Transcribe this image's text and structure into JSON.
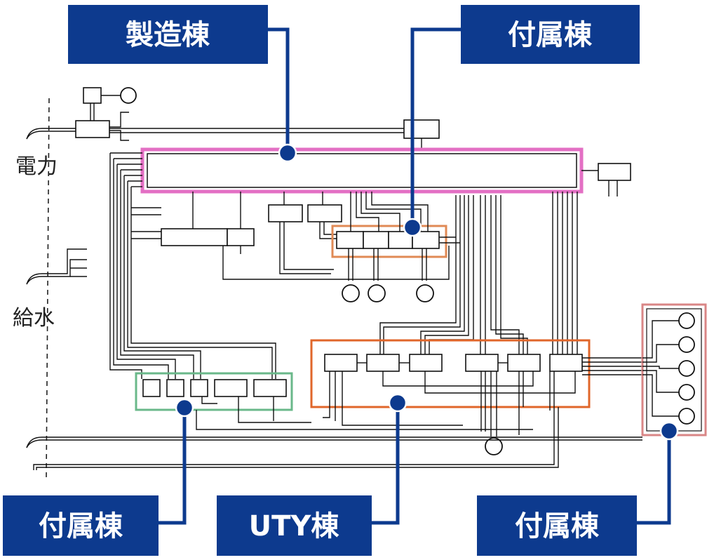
{
  "callouts": {
    "manufacturing": "製造棟",
    "annex_top": "付属棟",
    "annex_bottom_left": "付属棟",
    "uty": "UTY棟",
    "annex_bottom_right": "付属棟"
  },
  "side_labels": {
    "power": "電力",
    "water": "給水"
  },
  "colors": {
    "callout_fill": "#0d3a8e",
    "manufacturing_frame": "#e36fc4",
    "annex_top_frame": "#e08a55",
    "annex_left_frame": "#6ab88a",
    "uty_frame": "#e0662a",
    "annex_right_frame": "#d98686"
  }
}
